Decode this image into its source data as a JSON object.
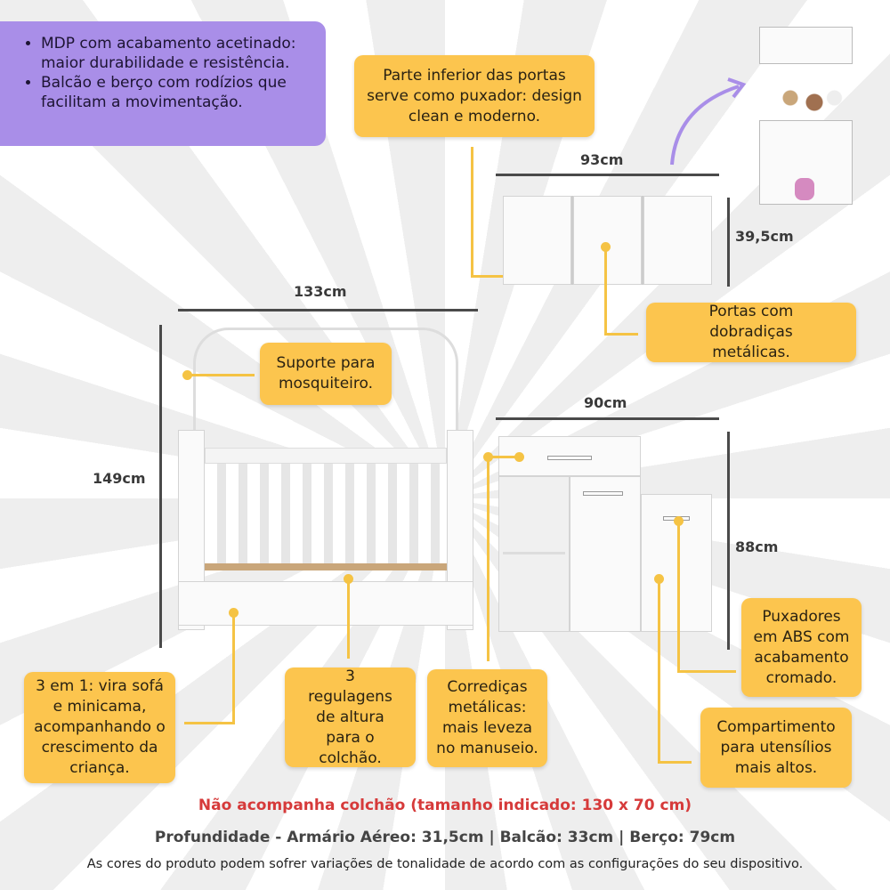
{
  "features": [
    "MDP com acabamento acetinado: maior durabilidade e resistência.",
    "Balcão e berço com rodízios que facilitam a movimentação."
  ],
  "callouts": {
    "portas_inferior": "Parte inferior das portas serve como puxador: design clean e moderno.",
    "dobradicas": "Portas com dobradiças metálicas.",
    "mosquiteiro": "Suporte para mosquiteiro.",
    "puxadores": "Puxadores em ABS com acabamento cromado.",
    "compartimento": "Compartimento para utensílios mais altos.",
    "corredicas": "Corrediças metálicas: mais leveza no manuseio.",
    "regulagens": "3 regulagens de altura para o colchão.",
    "tres_em_um": "3 em 1: vira sofá e minicama, acompanhando o crescimento da criança."
  },
  "dimensions": {
    "armario_largura": "93cm",
    "armario_altura": "39,5cm",
    "berco_largura": "133cm",
    "berco_altura": "149cm",
    "balcao_largura": "90cm",
    "balcao_altura": "88cm"
  },
  "footer": {
    "warning": "Não acompanha colchão (tamanho indicado: 130 x 70 cm)",
    "depth": "Profundidade - Armário Aéreo: 31,5cm | Balcão: 33cm | Berço: 79cm",
    "disclaimer": "As cores do produto podem sofrer variações de tonalidade de acordo com as configurações do seu dispositivo."
  },
  "colors": {
    "callout": "#fcc54e",
    "feature_box": "#a98ee8",
    "warning": "#d63a3a"
  }
}
